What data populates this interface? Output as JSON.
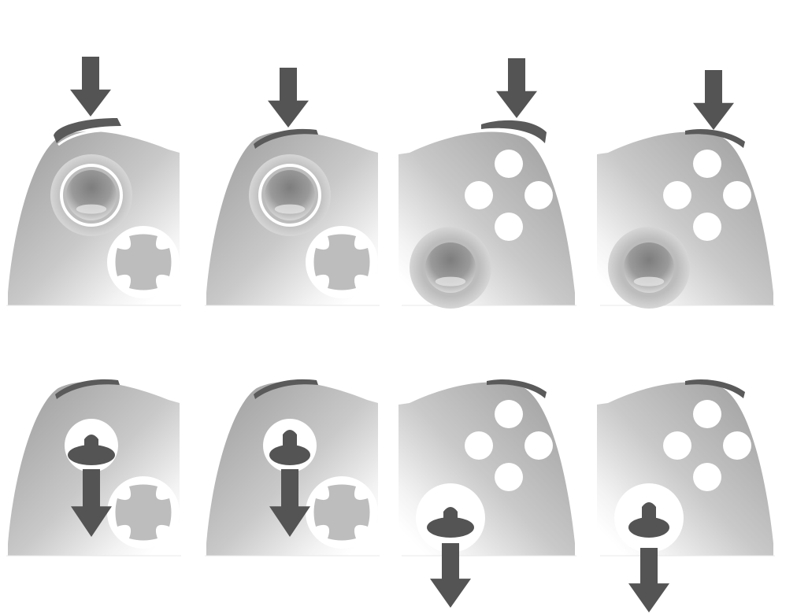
{
  "figure": {
    "panels": [
      {
        "side": "left",
        "pressed": "bumper",
        "arrow": "above-bumper",
        "bumper_state": "raised"
      },
      {
        "side": "left",
        "pressed": "bumper",
        "arrow": "above-bumper",
        "bumper_state": "pressed"
      },
      {
        "side": "right",
        "pressed": "bumper",
        "arrow": "above-bumper",
        "bumper_state": "raised"
      },
      {
        "side": "right",
        "pressed": "bumper",
        "arrow": "above-bumper",
        "bumper_state": "pressed"
      },
      {
        "side": "left",
        "pressed": "thumbstick",
        "arrow": "below-stick",
        "stick_state": "raised"
      },
      {
        "side": "left",
        "pressed": "thumbstick",
        "arrow": "below-stick",
        "stick_state": "pressed"
      },
      {
        "side": "right",
        "pressed": "thumbstick",
        "arrow": "below-stick",
        "stick_state": "raised"
      },
      {
        "side": "right",
        "pressed": "thumbstick",
        "arrow": "below-stick",
        "stick_state": "pressed"
      }
    ]
  },
  "colors": {
    "arrow": "#545454",
    "bumper": "#5a5a5a",
    "body_dark": "#a9a9a9",
    "body_light": "#ffffff",
    "button": "#ffffff",
    "dpad": "#bdbdbd",
    "stick_cap": "#8c8c8c"
  },
  "icons": {
    "arrow": "down-arrow-icon",
    "face_buttons": "face-buttons-icon",
    "dpad": "dpad-icon",
    "thumbstick": "thumbstick-icon",
    "bumper": "bumper-icon"
  }
}
